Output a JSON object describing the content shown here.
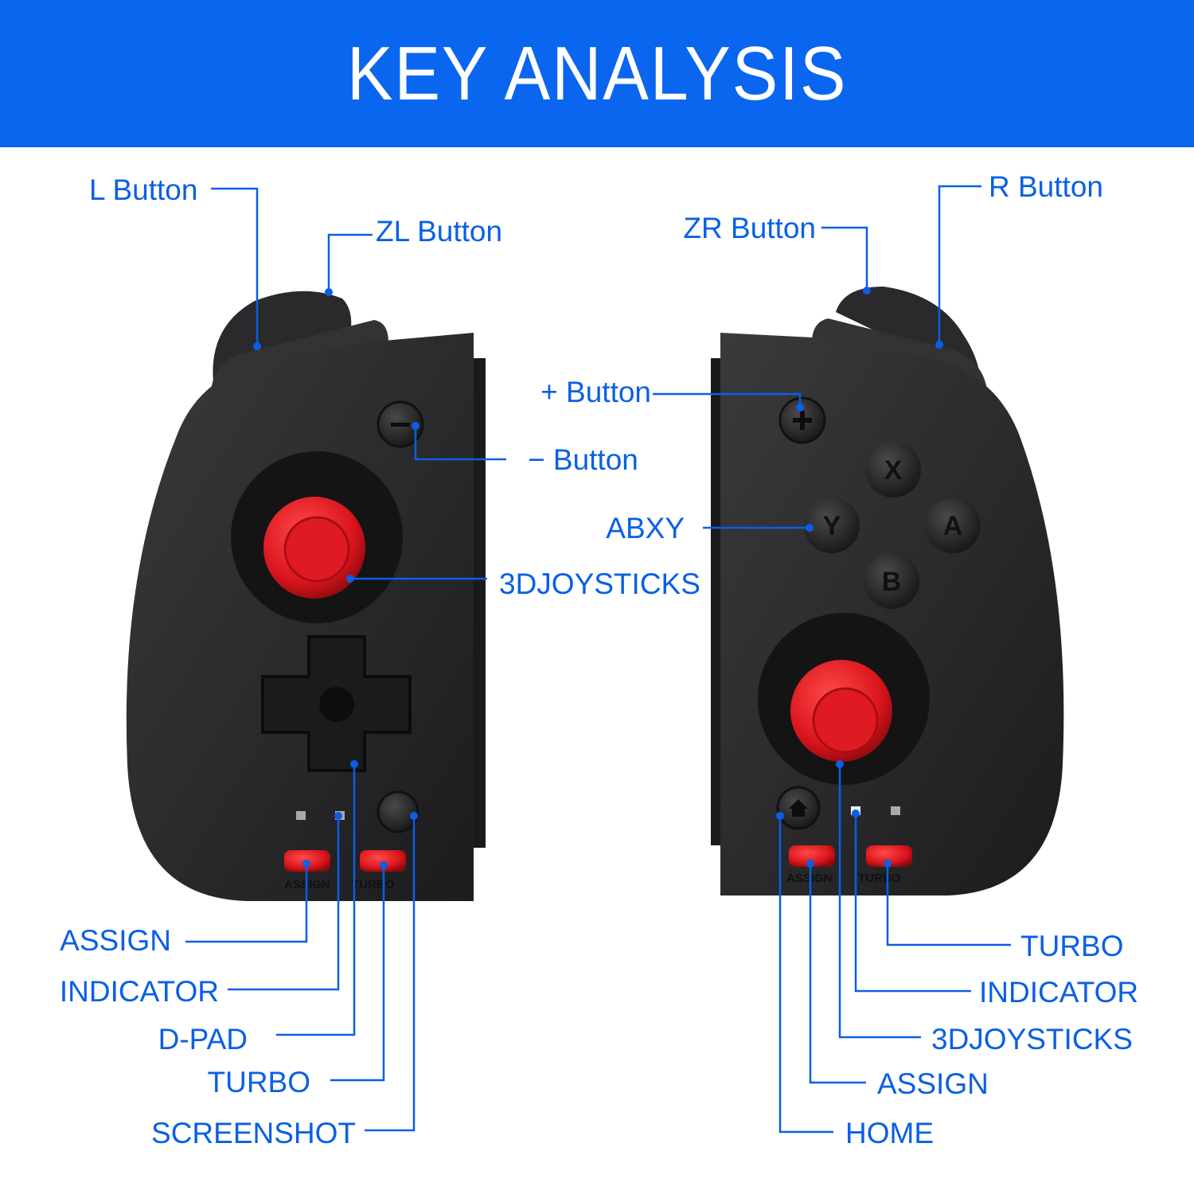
{
  "header": {
    "title": "KEY ANALYSIS",
    "color": "#0a66ee"
  },
  "label_color": "#0a5fe6",
  "accent_red": "#d9141c",
  "left_controller": {
    "callouts": {
      "l_button": "L Button",
      "zl_button": "ZL Button",
      "minus_button": "− Button",
      "joystick": "3DJOYSTICKS",
      "assign": "ASSIGN",
      "indicator": "INDICATOR",
      "dpad": "D-PAD",
      "turbo": "TURBO",
      "screenshot": "SCREENSHOT"
    },
    "printed": {
      "assign": "ASSIGN",
      "turbo": "TURBO"
    }
  },
  "right_controller": {
    "callouts": {
      "r_button": "R Button",
      "zr_button": "ZR Button",
      "plus_button": "+ Button",
      "abxy": "ABXY",
      "turbo": "TURBO",
      "indicator": "INDICATOR",
      "joystick": "3DJOYSTICKS",
      "assign": "ASSIGN",
      "home": "HOME"
    },
    "face_buttons": {
      "x": "X",
      "y": "Y",
      "a": "A",
      "b": "B"
    },
    "printed": {
      "assign": "ASSIGN",
      "turbo": "TURBO"
    }
  }
}
